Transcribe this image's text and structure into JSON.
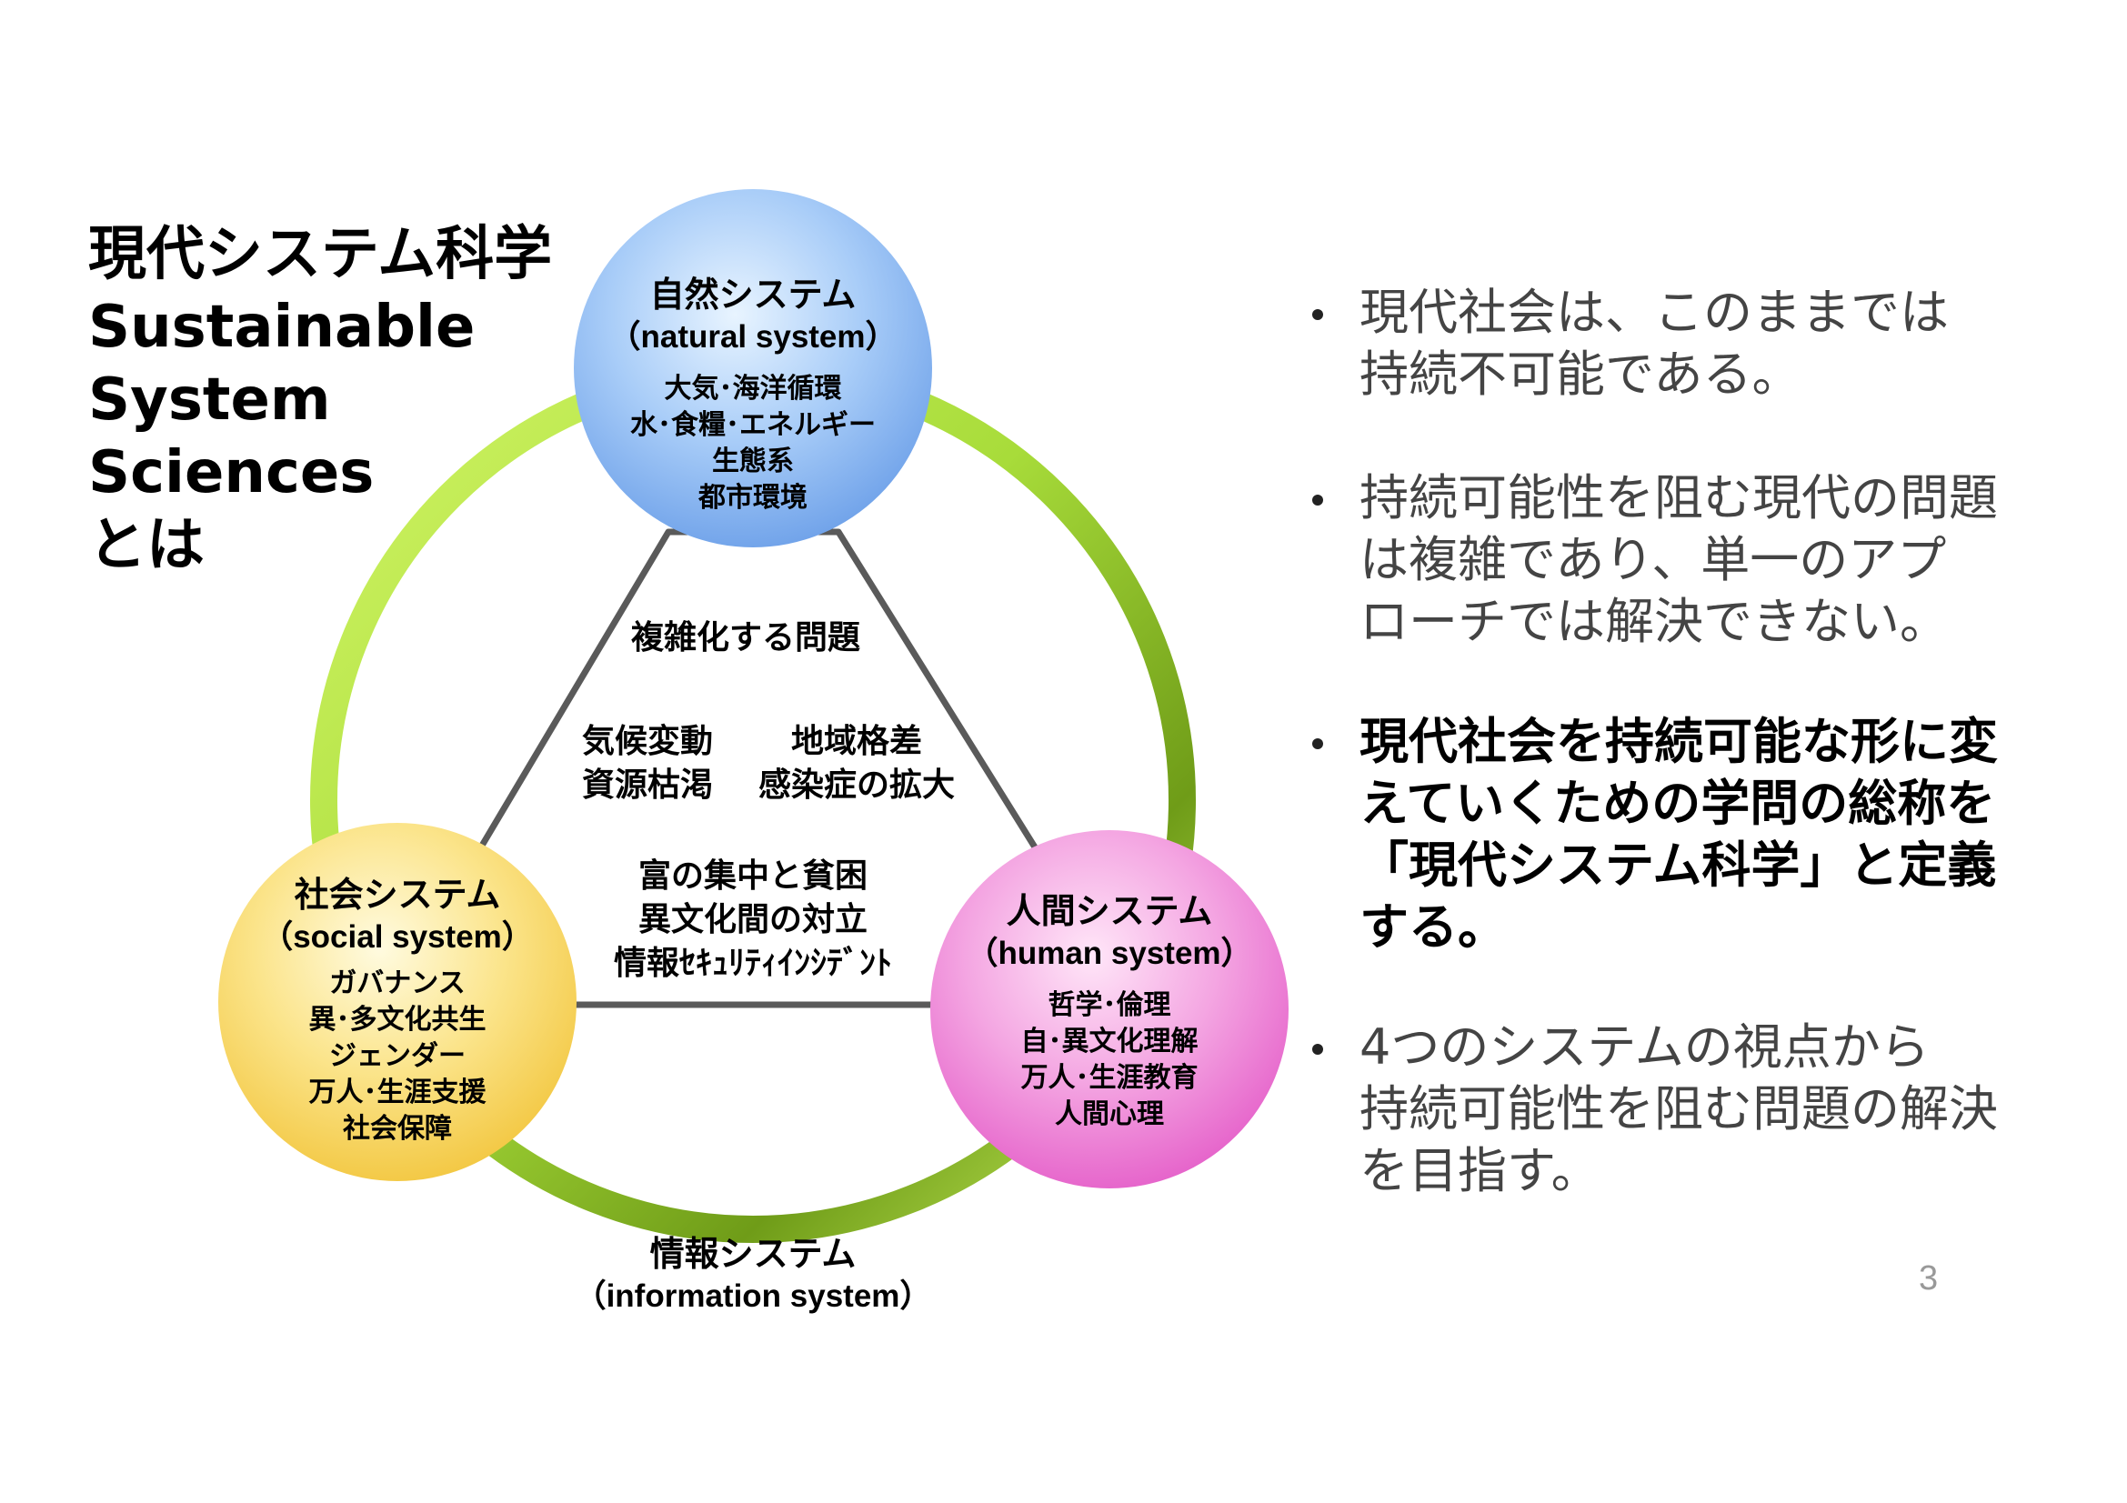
{
  "title": {
    "lines": [
      "現代システム科学",
      "Sustainable",
      "System",
      "Sciences",
      "とは"
    ]
  },
  "nodes": {
    "natural": {
      "name": "自然システム",
      "english": "（natural system）",
      "items": [
        "大気･海洋循環",
        "水･食糧･エネルギー",
        "生態系",
        "都市環境"
      ]
    },
    "social": {
      "name": "社会システム",
      "english": "（social system）",
      "items": [
        "ガバナンス",
        "異･多文化共生",
        "ジェンダー",
        "万人･生涯支援",
        "社会保障"
      ]
    },
    "human": {
      "name": "人間システム",
      "english": "（human system）",
      "items": [
        "哲学･倫理",
        "自･異文化理解",
        "万人･生涯教育",
        "人間心理"
      ]
    },
    "information": {
      "name": "情報システム",
      "english": "（information system）"
    }
  },
  "center": {
    "heading": "複雑化する問題",
    "left": [
      "気候変動",
      "資源枯渇"
    ],
    "right": [
      "地域格差",
      "感染症の拡大"
    ],
    "bottom": [
      "富の集中と貧困",
      "異文化間の対立",
      "情報ｾｷｭﾘﾃｨｲﾝｼﾃﾞﾝﾄ"
    ]
  },
  "bullets": [
    {
      "lines": [
        "現代社会は、このままでは",
        "持続不可能である。"
      ],
      "bold": false
    },
    {
      "lines": [
        "持続可能性を阻む現代の問題",
        "は複雑であり、単一のアプ",
        "ローチでは解決できない。"
      ],
      "bold": false
    },
    {
      "lines": [
        "現代社会を持続可能な形に変",
        "えていくための学問の総称を",
        "「現代システム科学」と定義",
        "する。"
      ],
      "bold": true
    },
    {
      "lines": [
        "4つのシステムの視点から",
        "持続可能性を阻む問題の解決",
        "を目指す。"
      ],
      "bold": false
    }
  ],
  "page_number": "3",
  "colors": {
    "ring_light": "#c8f060",
    "ring_dark": "#5a8a10",
    "natural": "#7fb0ee",
    "social": "#f5d050",
    "human": "#ec70d0",
    "triangle": "#555555"
  }
}
